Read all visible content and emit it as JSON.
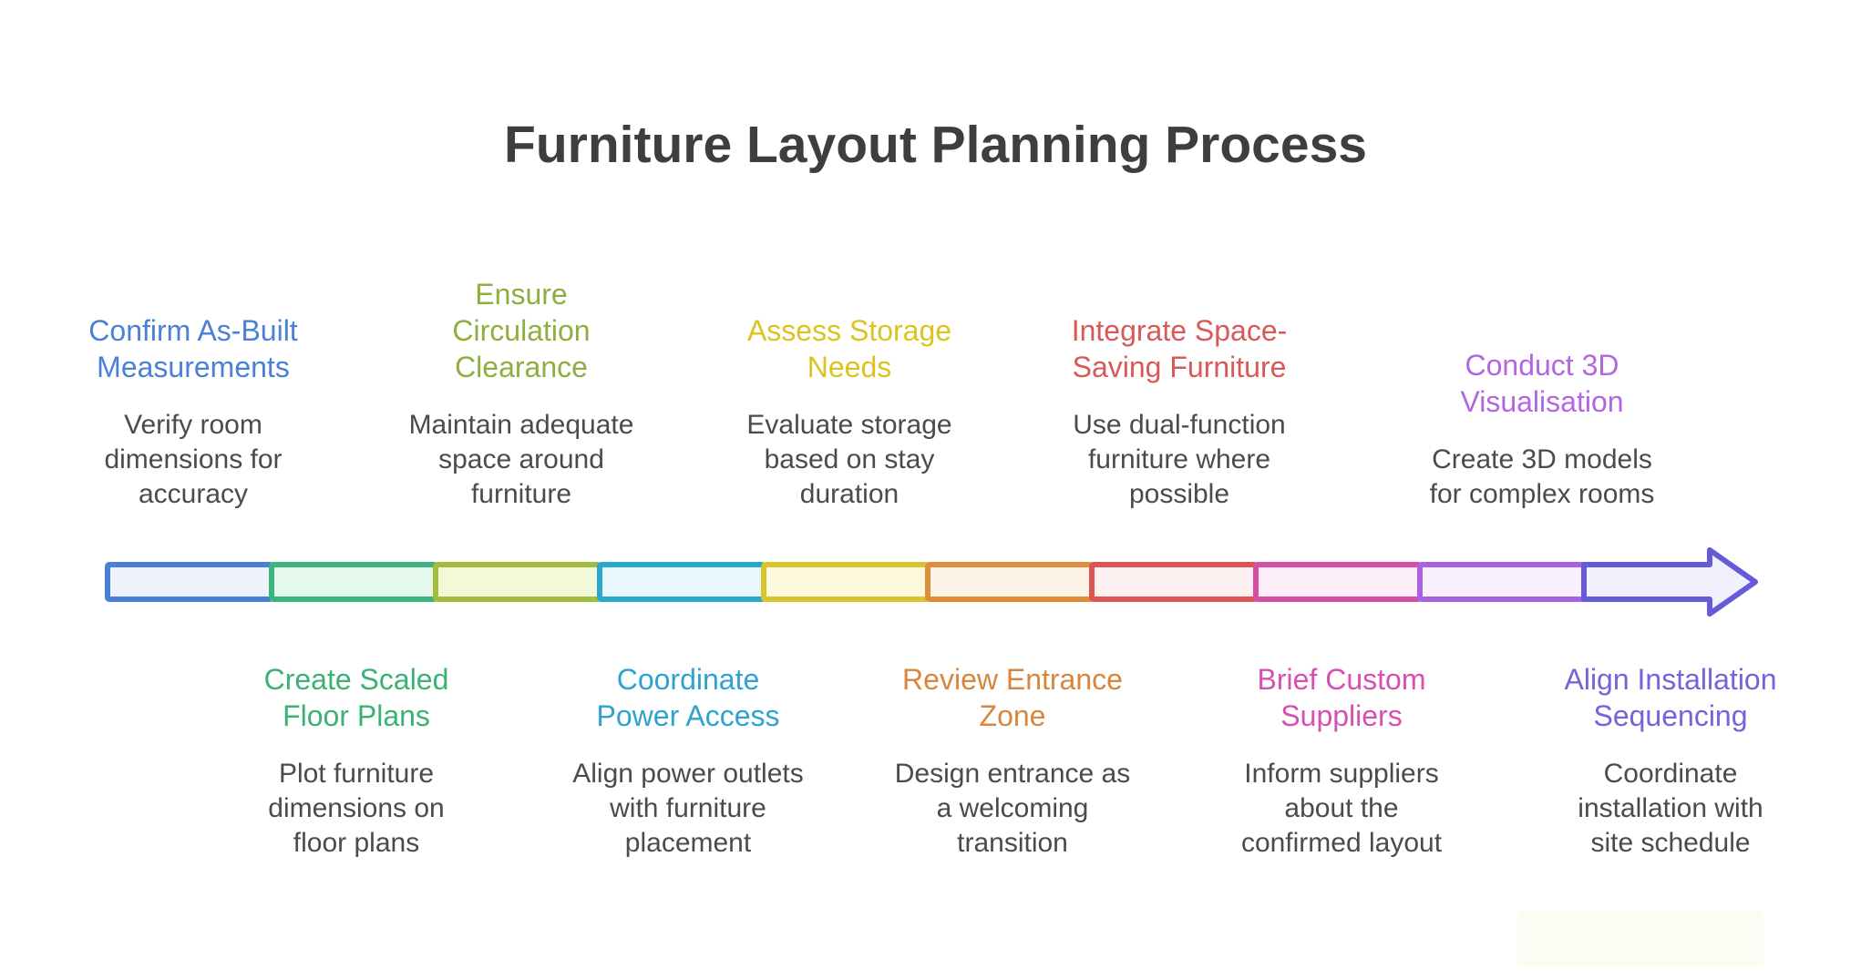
{
  "title": "Furniture Layout Planning Process",
  "steps": [
    {
      "label": "Confirm As-Built\nMeasurements",
      "description": "Verify room\ndimensions for\naccuracy",
      "row": "top",
      "color": "#4a80d5",
      "segment_stroke": "#4a7fd9",
      "segment_fill": "#edf2fc"
    },
    {
      "label": "Create Scaled\nFloor Plans",
      "description": "Plot furniture\ndimensions on\nfloor plans",
      "row": "bottom",
      "color": "#3bb273",
      "segment_stroke": "#3cb47d",
      "segment_fill": "#e5f8ee"
    },
    {
      "label": "Ensure\nCirculation\nClearance",
      "description": "Maintain adequate\nspace around\nfurniture",
      "row": "top",
      "color": "#8fae3e",
      "segment_stroke": "#a2bd3d",
      "segment_fill": "#f3f9d8"
    },
    {
      "label": "Coordinate\nPower Access",
      "description": "Align power outlets\nwith furniture\nplacement",
      "row": "bottom",
      "color": "#2fa3d0",
      "segment_stroke": "#2aa7cd",
      "segment_fill": "#e7f7fc"
    },
    {
      "label": "Assess Storage\nNeeds",
      "description": "Evaluate storage\nbased on stay\nduration",
      "row": "top",
      "color": "#dcc420",
      "segment_stroke": "#d8c52d",
      "segment_fill": "#fcf9dc"
    },
    {
      "label": "Review Entrance\nZone",
      "description": "Design entrance as\na welcoming\ntransition",
      "row": "bottom",
      "color": "#d8863b",
      "segment_stroke": "#e08c38",
      "segment_fill": "#fdf3e7"
    },
    {
      "label": "Integrate Space-\nSaving Furniture",
      "description": "Use dual-function\nfurniture where\npossible",
      "row": "top",
      "color": "#d95858",
      "segment_stroke": "#dd5555",
      "segment_fill": "#fdf0f0"
    },
    {
      "label": "Brief Custom\nSuppliers",
      "description": "Inform suppliers\nabout the\nconfirmed layout",
      "row": "bottom",
      "color": "#d84fb2",
      "segment_stroke": "#d54fa5",
      "segment_fill": "#fceef6"
    },
    {
      "label": "Conduct 3D\nVisualisation",
      "description": "Create 3D models\nfor complex rooms",
      "row": "top",
      "color": "#b266e0",
      "segment_stroke": "#a861e0",
      "segment_fill": "#f8f1fd"
    },
    {
      "label": "Align Installation\nSequencing",
      "description": "Coordinate\ninstallation with\nsite schedule",
      "row": "bottom",
      "color": "#7264db",
      "segment_stroke": "#655ad8",
      "segment_fill": "#f2f0fc"
    }
  ]
}
